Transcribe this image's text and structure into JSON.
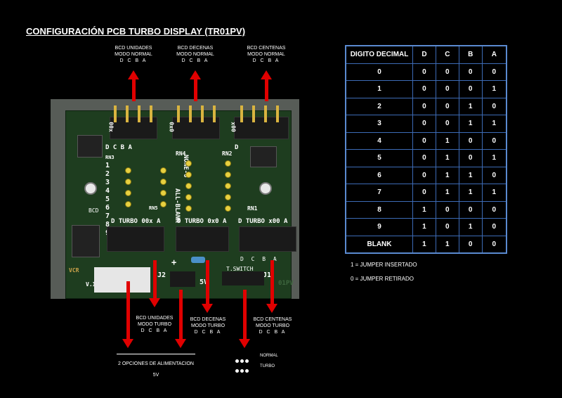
{
  "title": "CONFIGURACIÓN PCB TURBO DISPLAY (TR01PV)",
  "top_labels": [
    {
      "line1": "BCD UNIDADES",
      "line2": "MODO NORMAL",
      "bits": "D C B A"
    },
    {
      "line1": "BCD DECENAS",
      "line2": "MODO NORMAL",
      "bits": "D C B A"
    },
    {
      "line1": "BCD CENTENAS",
      "line2": "MODO NORMAL",
      "bits": "D C B A"
    }
  ],
  "bottom_labels": [
    {
      "line1": "BCD UNIDADES",
      "line2": "MODO TURBO",
      "bits": "D C B A"
    },
    {
      "line1": "BCD DECENAS",
      "line2": "MODO TURBO",
      "bits": "D C B A"
    },
    {
      "line1": "BCD CENTENAS",
      "line2": "MODO TURBO",
      "bits": "D C B A"
    }
  ],
  "power": {
    "line1": "2 OPCIONES DE ALIMENTACION",
    "line2": "5V"
  },
  "legend": {
    "normal": "NORMAL",
    "turbo": "TURBO"
  },
  "table": {
    "headers": [
      "DIGITO DECIMAL",
      "D",
      "C",
      "B",
      "A"
    ],
    "rows": [
      [
        "0",
        "0",
        "0",
        "0",
        "0"
      ],
      [
        "1",
        "0",
        "0",
        "0",
        "1"
      ],
      [
        "2",
        "0",
        "0",
        "1",
        "0"
      ],
      [
        "3",
        "0",
        "0",
        "1",
        "1"
      ],
      [
        "4",
        "0",
        "1",
        "0",
        "0"
      ],
      [
        "5",
        "0",
        "1",
        "0",
        "1"
      ],
      [
        "6",
        "0",
        "1",
        "1",
        "0"
      ],
      [
        "7",
        "0",
        "1",
        "1",
        "1"
      ],
      [
        "8",
        "1",
        "0",
        "0",
        "0"
      ],
      [
        "9",
        "1",
        "0",
        "1",
        "0"
      ],
      [
        "BLANK",
        "1",
        "1",
        "0",
        "0"
      ]
    ]
  },
  "notes": [
    "1 = JUMPER INSERTADO",
    "0 = JUMPER RETIRADO"
  ],
  "pcb_silk": {
    "h_00x": "00x",
    "h_0x0": "0x0",
    "h_x00": "x00",
    "dcba_left": "D C B A",
    "dcba_right": "D",
    "rn3": "RN3",
    "rn4": "RN4",
    "rn2": "RN2",
    "rn5": "RN5",
    "rn1": "RN1",
    "digits": "1 2 3 4 5 6 7 8 9",
    "bcd": "BCD",
    "all_blank": "ALL-BLANK",
    "none_0": "NONE-0",
    "turbo_00x": "D   TURBO 00x  A",
    "turbo_0x0": "D  TURBO 0x0  A",
    "turbo_x00": "D  TURBO x00  A",
    "plus": "+",
    "j2": "J2",
    "vin": "V.IN",
    "five_v": "5V",
    "tswitch": "T.SWITCH",
    "dcba_small": "D C B A",
    "j1": "J1",
    "rev": "01PV",
    "logo": "VCR"
  }
}
